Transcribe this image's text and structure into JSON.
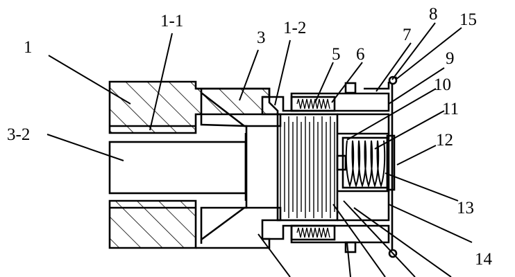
{
  "figure": {
    "labels": [
      {
        "key": "l1",
        "text": "1"
      },
      {
        "key": "l1_1",
        "text": "1-1"
      },
      {
        "key": "l3",
        "text": "3"
      },
      {
        "key": "l1_2",
        "text": "1-2"
      },
      {
        "key": "l5",
        "text": "5"
      },
      {
        "key": "l6",
        "text": "6"
      },
      {
        "key": "l7",
        "text": "7"
      },
      {
        "key": "l8",
        "text": "8"
      },
      {
        "key": "l15",
        "text": "15"
      },
      {
        "key": "l9",
        "text": "9"
      },
      {
        "key": "l10",
        "text": "10"
      },
      {
        "key": "l11",
        "text": "11"
      },
      {
        "key": "l12",
        "text": "12"
      },
      {
        "key": "l13",
        "text": "13"
      },
      {
        "key": "l14",
        "text": "14"
      },
      {
        "key": "l3_2",
        "text": "3-2"
      }
    ]
  }
}
